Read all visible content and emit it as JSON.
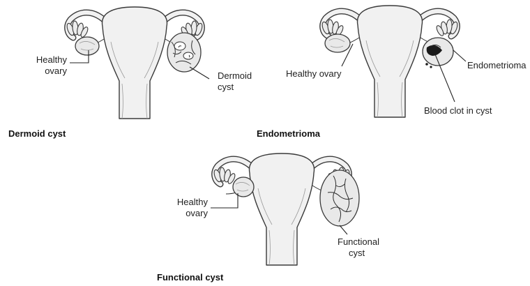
{
  "panels": {
    "dermoid": {
      "title": "Dermoid cyst",
      "healthy_label_line1": "Healthy",
      "healthy_label_line2": "ovary",
      "cyst_label_line1": "Dermoid",
      "cyst_label_line2": "cyst"
    },
    "endometrioma": {
      "title": "Endometrioma",
      "healthy_label": "Healthy ovary",
      "cyst_label": "Endometrioma",
      "clot_label": "Blood clot in cyst"
    },
    "functional": {
      "title": "Functional cyst",
      "healthy_label_line1": "Healthy",
      "healthy_label_line2": "ovary",
      "cyst_label_line1": "Functional",
      "cyst_label_line2": "cyst"
    }
  },
  "colors": {
    "organ_fill": "#f1f1f1",
    "outline": "#3a3a3a",
    "blood": "#1a1a1a"
  }
}
